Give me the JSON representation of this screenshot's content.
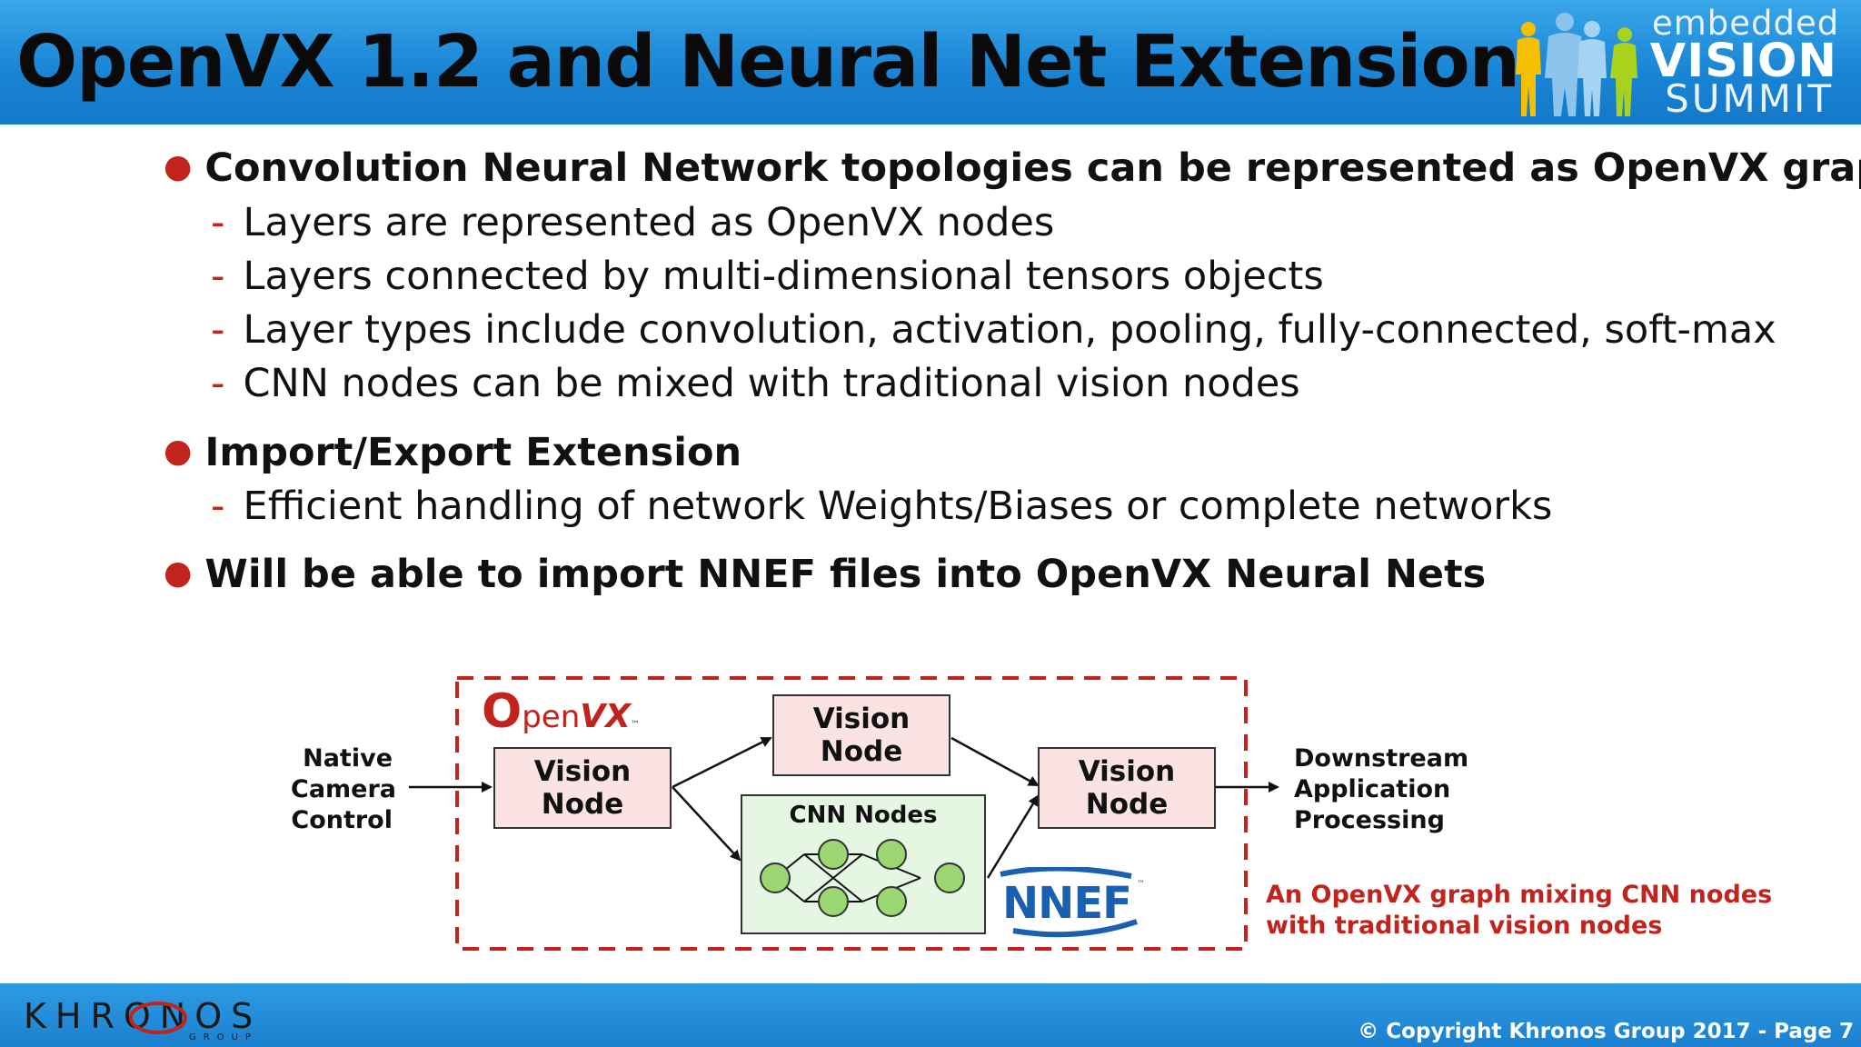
{
  "header": {
    "title": "OpenVX 1.2 and Neural Net Extension",
    "logo": {
      "line1": "embedded",
      "line2": "VISION",
      "line3": "SUMMIT",
      "colors": {
        "people_yellow": "#f5c000",
        "people_blue": "#7ab8e8",
        "people_green": "#a8d21e"
      }
    }
  },
  "bullets": [
    {
      "text": "Convolution Neural Network topologies can be represented as OpenVX graphs",
      "subs": [
        "Layers are represented as OpenVX nodes",
        "Layers connected by multi-dimensional tensors objects",
        "Layer types include convolution, activation, pooling, fully-connected, soft-max",
        "CNN nodes can be mixed with traditional vision nodes"
      ]
    },
    {
      "text": "Import/Export Extension",
      "subs": [
        "Efficient handling of network Weights/Biases or complete networks"
      ]
    },
    {
      "text": "Will be able to import NNEF files into OpenVX Neural Nets",
      "subs": []
    }
  ],
  "diagram": {
    "input_label": [
      "Native",
      "Camera",
      "Control"
    ],
    "openvx_logo": {
      "part1": "O",
      "part2": "pen",
      "part3": "VX",
      "tm": "™"
    },
    "node1": [
      "Vision",
      "Node"
    ],
    "node_top": [
      "Vision",
      "Node"
    ],
    "cnn_label": "CNN Nodes",
    "node_right": [
      "Vision",
      "Node"
    ],
    "output_label": [
      "Downstream",
      "Application",
      "Processing"
    ],
    "nnef_logo": {
      "text": "NNEF",
      "tm": "™"
    },
    "caption": [
      "An OpenVX graph mixing CNN nodes",
      "with traditional vision nodes"
    ],
    "colors": {
      "dashed_border": "#c0241c",
      "node_fill": "#fbe3e3",
      "cnn_fill": "#e5f6e2",
      "cnn_circle": "#9ad672",
      "nnef_blue": "#1a5fb0"
    }
  },
  "footer": {
    "logo_word": "KHRONOS",
    "logo_sub": "GROUP",
    "copyright": "© Copyright Khronos Group 2017 - Page 7"
  },
  "colors": {
    "header_blue": "#1a86d6",
    "bullet_red": "#c0241c"
  }
}
